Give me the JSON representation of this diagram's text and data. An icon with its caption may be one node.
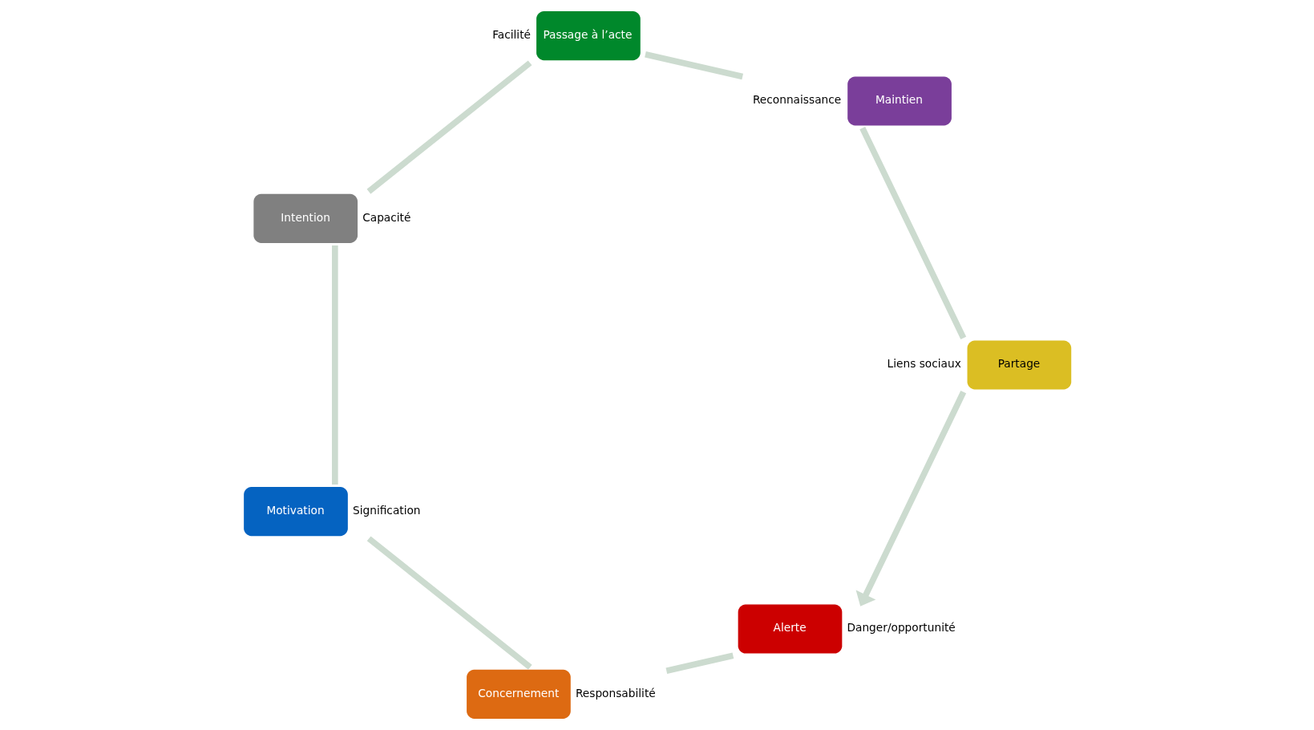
{
  "diagram": {
    "nodes": [
      {
        "text": [
          "Alerte"
        ],
        "beside": [
          "Danger/opportunité"
        ]
      },
      {
        "text": [
          "Concernement"
        ],
        "beside": [
          "Responsabilité"
        ]
      },
      {
        "text": [
          "Motivation"
        ],
        "beside": [
          "Signification"
        ]
      },
      {
        "text": [
          "Intention"
        ],
        "beside": [
          "Capacité"
        ]
      },
      {
        "text": [
          "Passage à l’acte"
        ],
        "beside": [
          "Facilité"
        ]
      },
      {
        "text": [
          "Maintien"
        ],
        "beside": [
          "Reconnaissance"
        ]
      },
      {
        "text": [
          "Partage"
        ],
        "beside": [
          "Liens sociaux"
        ]
      }
    ],
    "edges": [
      {
        "from": 0,
        "to": 1,
        "arrow": "none"
      },
      {
        "from": 1,
        "to": 2,
        "arrow": "none"
      },
      {
        "from": 2,
        "to": 3,
        "arrow": "none"
      },
      {
        "from": 3,
        "to": 4,
        "arrow": "none"
      },
      {
        "from": 4,
        "to": 5,
        "arrow": "none"
      },
      {
        "from": 5,
        "to": 6,
        "arrow": "none"
      },
      {
        "from": 6,
        "to": 0,
        "arrow": "to"
      }
    ]
  }
}
